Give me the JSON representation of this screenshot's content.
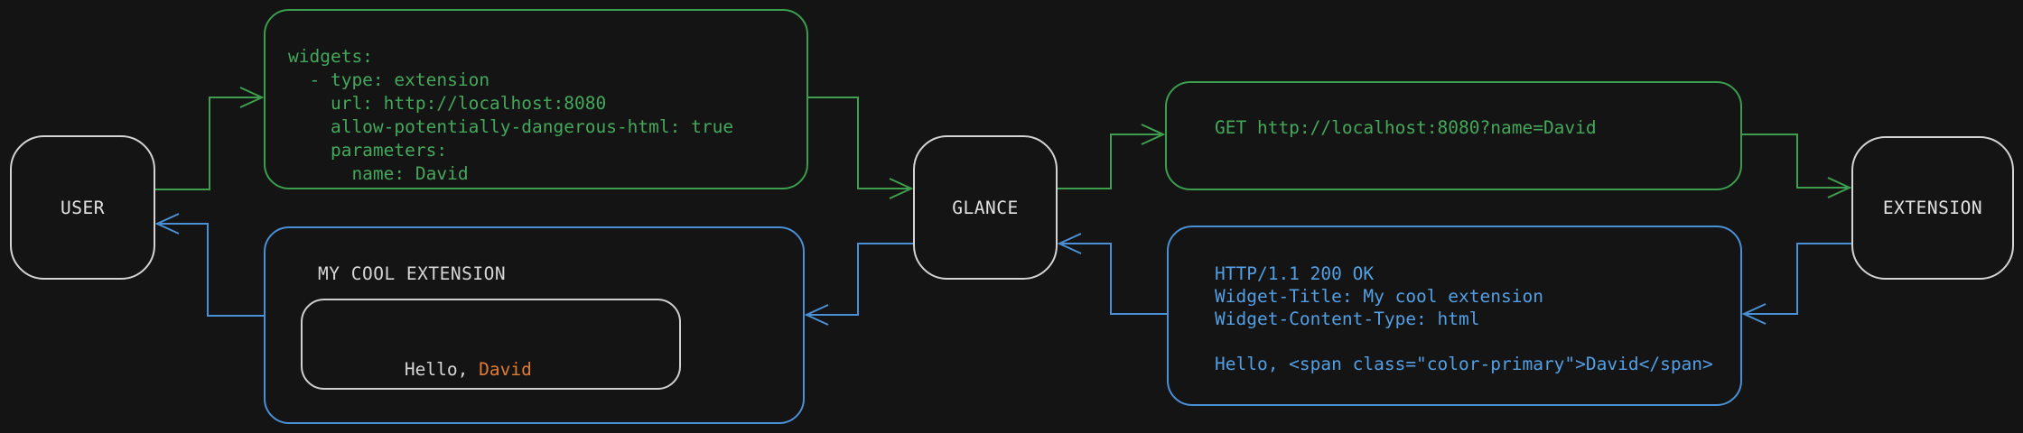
{
  "colors": {
    "background": "#141414",
    "green_accent": "#3f9f4f",
    "blue_accent": "#4a90d6",
    "orange_accent": "#e07b30",
    "node_border": "#d4d4d4",
    "text_light": "#d6d6d6"
  },
  "nodes": {
    "user": "USER",
    "glance": "GLANCE",
    "extension": "EXTENSION"
  },
  "config_box": {
    "code": "widgets:\n  - type: extension\n    url: http://localhost:8080\n    allow-potentially-dangerous-html: true\n    parameters:\n      name: David"
  },
  "request_box": {
    "code": "GET http://localhost:8080?name=David"
  },
  "response_box": {
    "code": "HTTP/1.1 200 OK\nWidget-Title: My cool extension\nWidget-Content-Type: html\n\nHello, <span class=\"color-primary\">David</span>"
  },
  "widget_box": {
    "title": "MY COOL EXTENSION",
    "greeting_prefix": "Hello, ",
    "greeting_name": "David"
  }
}
